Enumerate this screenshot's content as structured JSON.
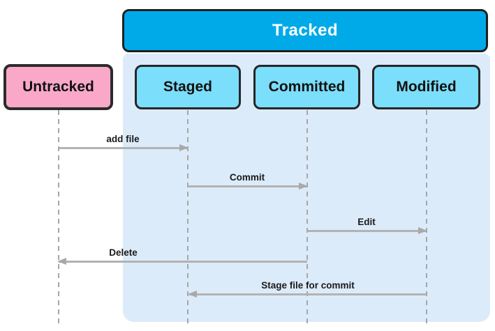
{
  "diagram": {
    "type": "state-transition",
    "description": "Git file states with transitions between untracked and tracked states",
    "tracked_group": {
      "label": "Tracked",
      "header_fill": "#00aae9",
      "header_text_color": "#ffffff",
      "region_fill": "#dcebfa"
    },
    "states": [
      {
        "id": "untracked",
        "label": "Untracked",
        "fill": "#f9a9c7",
        "in_tracked_group": false
      },
      {
        "id": "staged",
        "label": "Staged",
        "fill": "#7bdefa",
        "in_tracked_group": true
      },
      {
        "id": "committed",
        "label": "Committed",
        "fill": "#7bdefa",
        "in_tracked_group": true
      },
      {
        "id": "modified",
        "label": "Modified",
        "fill": "#7bdefa",
        "in_tracked_group": true
      }
    ],
    "transitions": [
      {
        "label": "add file",
        "from": "untracked",
        "to": "staged",
        "direction": "right"
      },
      {
        "label": "Commit",
        "from": "staged",
        "to": "committed",
        "direction": "right"
      },
      {
        "label": "Edit",
        "from": "committed",
        "to": "modified",
        "direction": "right"
      },
      {
        "label": "Delete",
        "from": "committed",
        "to": "untracked",
        "direction": "left"
      },
      {
        "label": "Stage file for commit",
        "from": "modified",
        "to": "staged",
        "direction": "left"
      }
    ],
    "colors": {
      "box_border": "#262626",
      "arrow": "#b2b2b2",
      "lifeline": "#a6a6a6",
      "label_text": "#1a1a1a"
    }
  }
}
